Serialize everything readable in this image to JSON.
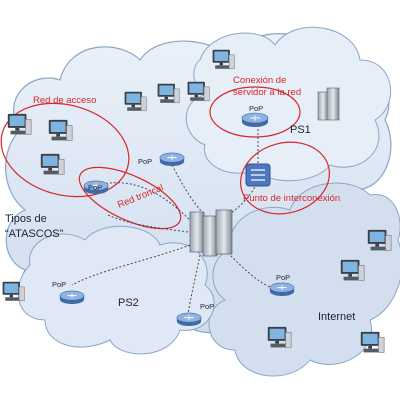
{
  "labels": {
    "red_acceso": "Red de acceso",
    "conexion_line1": "Conexión de",
    "conexion_line2": "servidor a la red",
    "red_troncal": "Red troncal",
    "punto_interconexion": "Punto de interconexión",
    "tipos_line1": "Tipos de",
    "tipos_line2": "“ATASCOS”",
    "ps1": "PS1",
    "ps2": "PS2",
    "internet": "Internet"
  },
  "pop_label": "PoP",
  "colors": {
    "cloud_fill": "#dbe6f3",
    "cloud_stroke": "#8aa6c8",
    "red_accent": "#d8262b",
    "router": "#5c86c6",
    "dark_text": "#1e2230"
  }
}
